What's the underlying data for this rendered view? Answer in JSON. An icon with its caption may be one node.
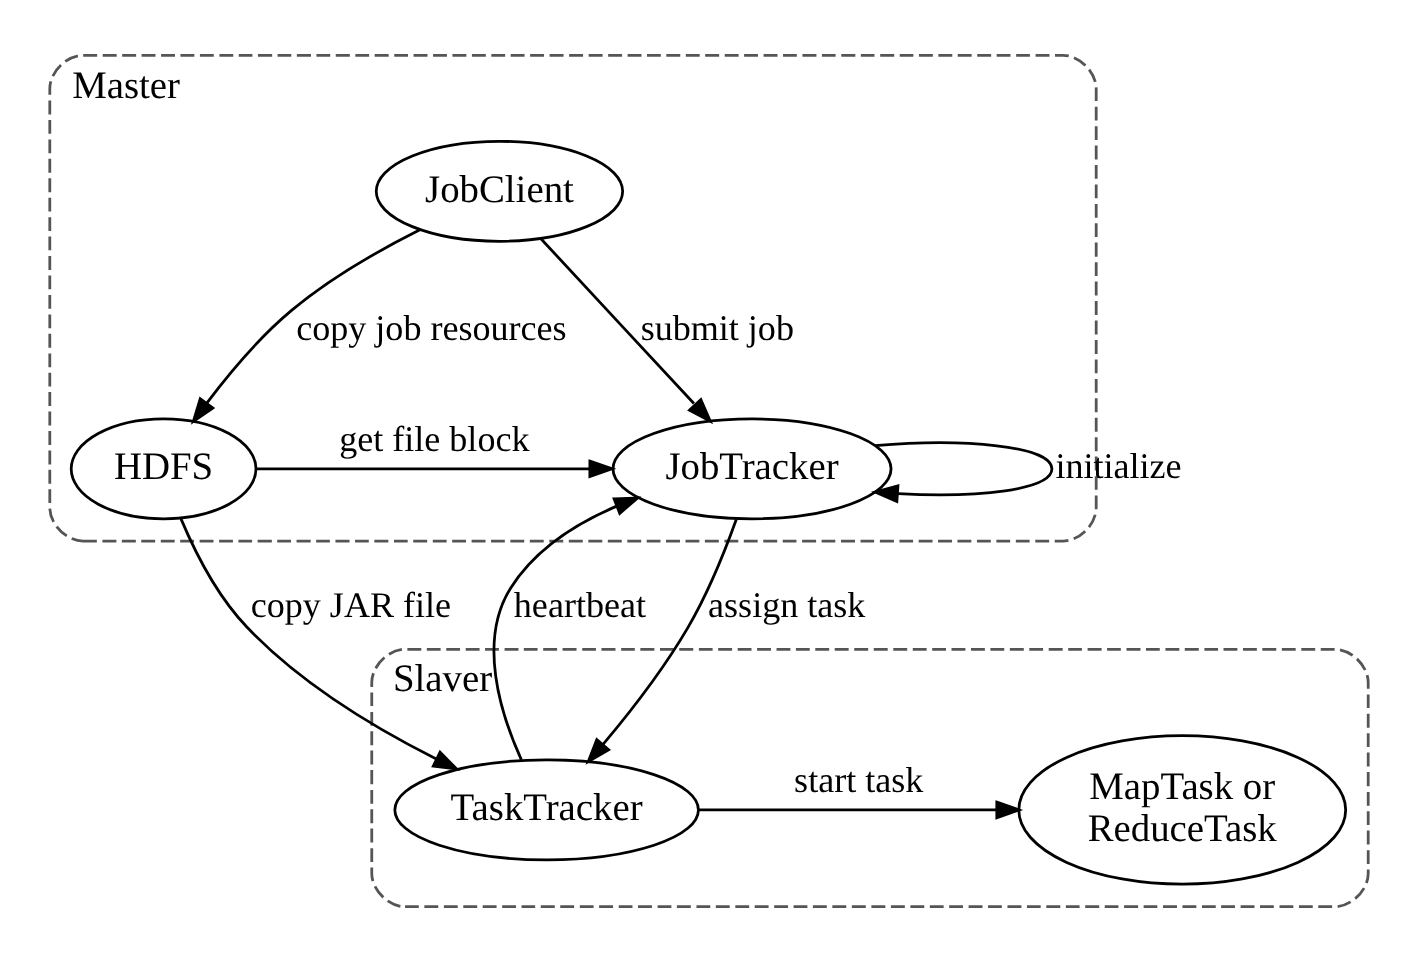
{
  "diagram": {
    "nodes": [
      {
        "text": [
          "Master"
        ]
      },
      {
        "text": [
          "JobClient"
        ],
        "in": 0
      },
      {
        "text": [
          "JobTracker"
        ],
        "in": 0
      },
      {
        "text": [
          "HDFS"
        ],
        "in": 0
      },
      {
        "text": [
          "Slaver"
        ]
      },
      {
        "text": [
          "TaskTracker"
        ],
        "in": 4
      },
      {
        "text": [
          "MapTask or ReduceTask"
        ],
        "in": 4
      }
    ],
    "edges": [
      {
        "from": 1,
        "to": 2,
        "arrow": "to",
        "label": "submit job"
      },
      {
        "from": 2,
        "to": 2,
        "arrow": "to",
        "label": "initialize"
      },
      {
        "from": 1,
        "to": 3,
        "arrow": "to",
        "label": "copy job resources"
      },
      {
        "from": 3,
        "to": 2,
        "arrow": "to",
        "label": "get file block"
      },
      {
        "from": 2,
        "to": 5,
        "arrow": "to",
        "label": "assign task"
      },
      {
        "from": 5,
        "to": 2,
        "arrow": "to",
        "label": "heartbeat"
      },
      {
        "from": 3,
        "to": 5,
        "arrow": "to",
        "label": "copy JAR file"
      },
      {
        "from": 5,
        "to": 6,
        "arrow": "to",
        "label": "start task"
      }
    ]
  }
}
